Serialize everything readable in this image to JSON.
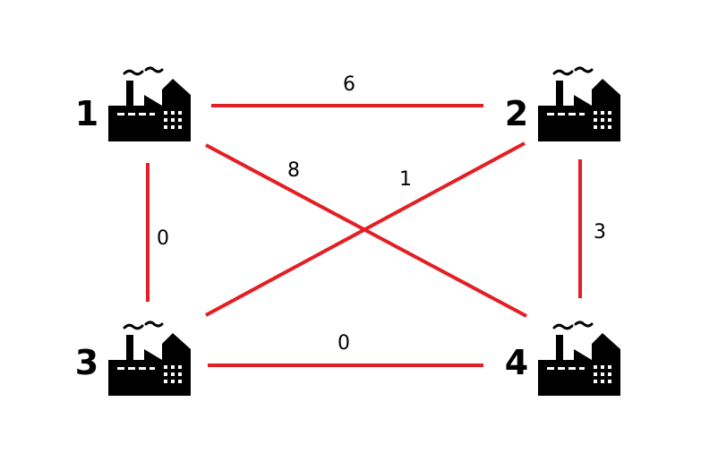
{
  "colors": {
    "edge": "#e31e24",
    "factory": "#000000",
    "background": "#ffffff"
  },
  "nodes": [
    {
      "id": "1",
      "label": "1",
      "icon": "factory-icon"
    },
    {
      "id": "2",
      "label": "2",
      "icon": "factory-icon"
    },
    {
      "id": "3",
      "label": "3",
      "icon": "factory-icon"
    },
    {
      "id": "4",
      "label": "4",
      "icon": "factory-icon"
    }
  ],
  "edges": [
    {
      "from": "1",
      "to": "2",
      "weight": "6"
    },
    {
      "from": "1",
      "to": "3",
      "weight": "0"
    },
    {
      "from": "1",
      "to": "4",
      "weight": "8"
    },
    {
      "from": "2",
      "to": "3",
      "weight": "1"
    },
    {
      "from": "2",
      "to": "4",
      "weight": "3"
    },
    {
      "from": "3",
      "to": "4",
      "weight": "0"
    }
  ]
}
